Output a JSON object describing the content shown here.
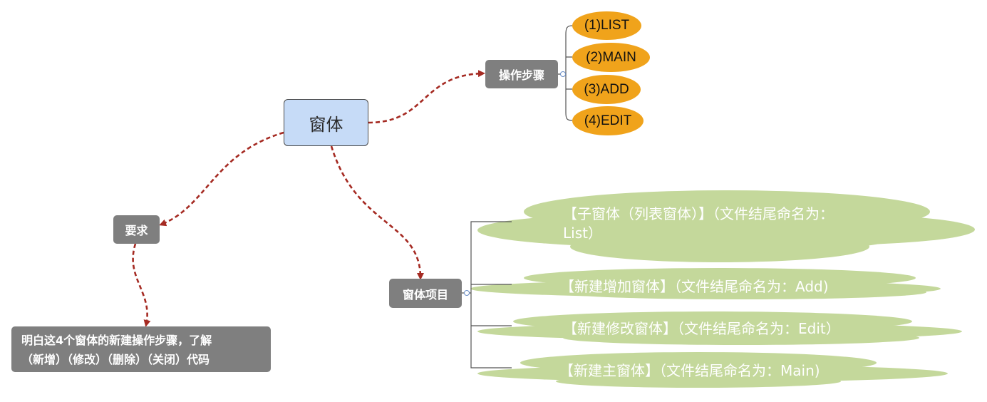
{
  "root": {
    "label": "窗体"
  },
  "steps": {
    "label": "操作步骤",
    "items": [
      "(1)LIST",
      "(2)MAIN",
      "(3)ADD",
      "(4)EDIT"
    ]
  },
  "project": {
    "label": "窗体项目",
    "items": [
      {
        "line1": "【子窗体（列表窗体）】（文件结尾命名为：",
        "line2": "List）"
      },
      {
        "line1": "【新建增加窗体】（文件结尾命名为：Add)"
      },
      {
        "line1": "【新建修改窗体】（文件结尾命名为：Edit）"
      },
      {
        "line1": "【新建主窗体】（文件结尾命名为：Main)"
      }
    ]
  },
  "requirement": {
    "label": "要求",
    "detail_line1": "明白这4个窗体的新建操作步骤，了解",
    "detail_line2": "（新增）（修改）（删除）（关闭）代码"
  },
  "colors": {
    "root_fill": "#c6dbf7",
    "gray_node": "#7f7f7f",
    "pill_fill": "#f0a31b",
    "cloud_fill": "#c4d89b",
    "arrow": "#a52a22",
    "bracket": "#555555"
  }
}
